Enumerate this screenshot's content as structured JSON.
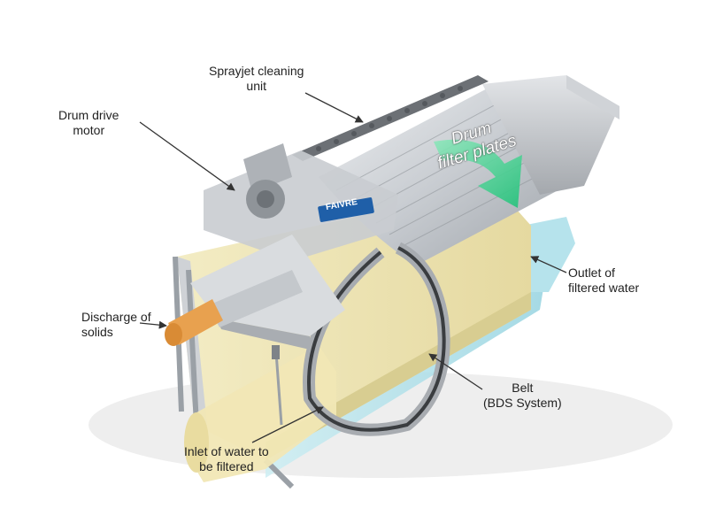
{
  "labels": {
    "sprayjet": {
      "line1": "Sprayjet cleaning",
      "line2": "unit"
    },
    "drum_motor": {
      "line1": "Drum drive",
      "line2": "motor"
    },
    "drum_plates": {
      "line1": "Drum",
      "line2": "filter plates"
    },
    "outlet": {
      "line1": "Outlet of",
      "line2": "filtered water"
    },
    "discharge": {
      "line1": "Discharge of",
      "line2": "solids"
    },
    "belt": {
      "line1": "Belt",
      "line2": "(BDS System)"
    },
    "inlet": {
      "line1": "Inlet of water to",
      "line2": "be filtered"
    }
  },
  "brand": {
    "logo_text": "FAIVRE"
  },
  "colors": {
    "drum_arrow": "#3ecf8e",
    "outlet_water": "#a8dde8",
    "inlet_water": "#efe6b4",
    "discharge_pipe": "#e8a14f",
    "frame_gray": "#b9bcc0"
  }
}
